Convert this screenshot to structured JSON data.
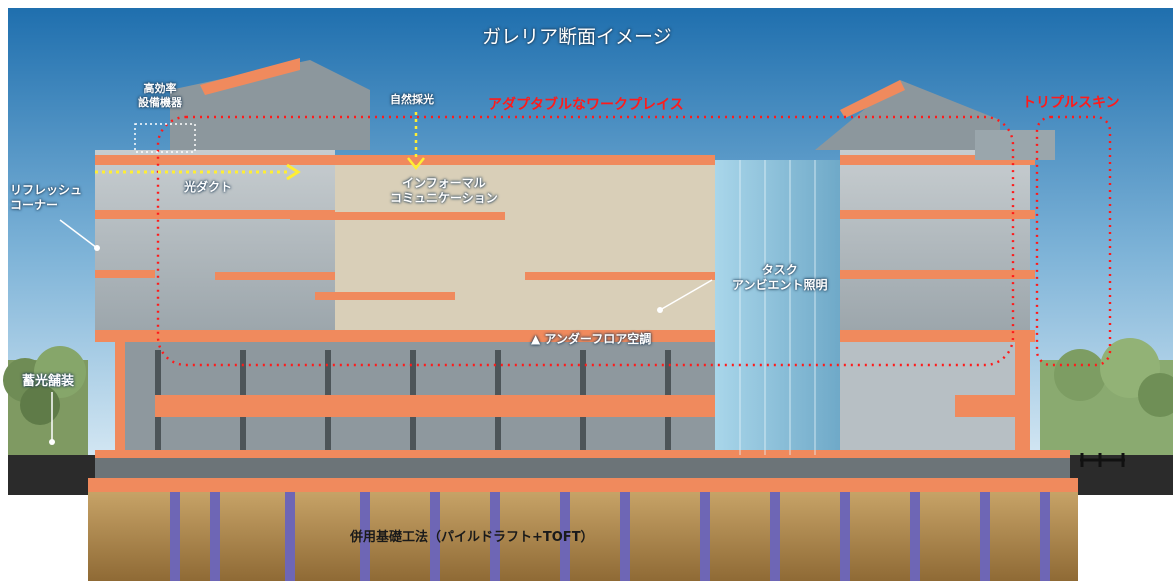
{
  "title": "ガレリア断面イメージ",
  "labels": {
    "efficient_equipment": [
      "高効率",
      "設備機器"
    ],
    "natural_light": "自然採光",
    "adaptable_workplace": "アダプタブルなワークプレイス",
    "triple_skin": "トリプルスキン",
    "refresh_corner": [
      "リフレッシュ",
      "コーナー"
    ],
    "light_duct": "光ダクト",
    "informal_communication": [
      "インフォーマル",
      "コミュニケーション"
    ],
    "task_ambient_lighting": [
      "タスク",
      "アンビエント照明"
    ],
    "underfloor_air": "▲ アンダーフロア空調",
    "luminous_pavement": "蓄光舗装",
    "foundation": "併用基礎工法（パイルドラフト+TOFT）"
  },
  "colors": {
    "sky_top": "#1f6fae",
    "sky_bottom": "#cfe4f2",
    "slab_orange": "#f08a5d",
    "interior_grey": "#b9c2c8",
    "interior_warm": "#d9cfb8",
    "glass_blue": "#8fc3dc",
    "ground_dark": "#2b2b2b",
    "foundation_wood": "#b58f52",
    "pile_purple": "#6e66b5",
    "callout_red": "#ff1a1a",
    "callout_yellow": "#ffee33"
  }
}
